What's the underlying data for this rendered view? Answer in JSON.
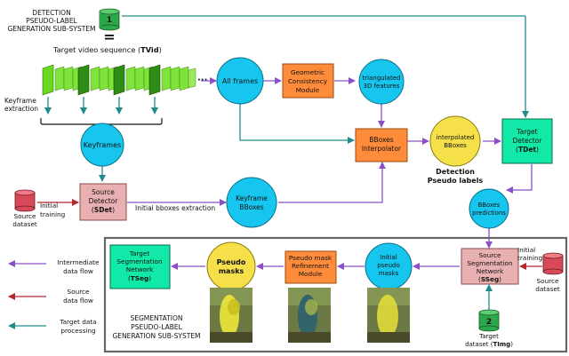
{
  "top_system": {
    "title_lines": [
      "DETECTION",
      "PSEUDO-LABEL",
      "GENERATION SUB-SYSTEM"
    ],
    "badge": "1",
    "equals": "=",
    "video_label": "Target video sequence (",
    "video_label_bold": "TVid",
    "video_label_end": ")",
    "dots": "···",
    "keyframe_extraction": [
      "Keyframe",
      "extraction"
    ]
  },
  "nodes": {
    "all_frames": "All frames",
    "geometric": [
      "Geometric",
      "Consistency",
      "Module"
    ],
    "triangulated": [
      "triangulated",
      "3D features"
    ],
    "keyframes": "Keyframes",
    "bboxes_interp": [
      "BBoxes",
      "Interpolator"
    ],
    "interpolated": [
      "interpolated",
      "BBoxes"
    ],
    "target_detector": [
      "Target",
      "Detector"
    ],
    "target_detector_bold": "TDet",
    "detection_pseudo": [
      "Detection",
      "Pseudo labels"
    ],
    "source_detector": [
      "Source",
      "Detector"
    ],
    "source_detector_bold": "SDet",
    "source_dataset": [
      "Source",
      "dataset"
    ],
    "initial_training": [
      "Initial",
      "training"
    ],
    "initial_bboxes_extraction": "Initial bboxes extraction",
    "keyframe_bboxes": [
      "Keyframe",
      "BBoxes"
    ],
    "bboxes_predictions": [
      "BBoxes",
      "predictions"
    ]
  },
  "bottom_system": {
    "target_seg": [
      "Target",
      "Segmentation",
      "Network"
    ],
    "target_seg_bold": "TSeg",
    "pseudo_masks": [
      "Pseudo",
      "masks"
    ],
    "refinement": [
      "Pseudo mask",
      "Refinement",
      "Module"
    ],
    "initial_pseudo": [
      "Initial",
      "pseudo",
      "masks"
    ],
    "source_seg": [
      "Source",
      "Segmentation",
      "Network"
    ],
    "source_seg_bold": "SSeg",
    "initial_training": [
      "Initial",
      "training"
    ],
    "source_dataset": [
      "Source",
      "dataset"
    ],
    "badge": "2",
    "target_dataset": [
      "Target",
      "dataset ("
    ],
    "target_dataset_bold": "TImg",
    "target_dataset_end": ")",
    "title_lines": [
      "SEGMENTATION",
      "PSEUDO-LABEL",
      "GENERATION SUB-SYSTEM"
    ]
  },
  "legend": {
    "items": [
      {
        "label": [
          "Intermediate",
          "data flow"
        ],
        "color": "#8a4fc8"
      },
      {
        "label": [
          "Source",
          "data flow"
        ],
        "color": "#b3262b"
      },
      {
        "label": [
          "Target data",
          "processing"
        ],
        "color": "#1f8a8a"
      }
    ]
  },
  "colors": {
    "purple": "#8a4fc8",
    "teal": "#1f8a8a",
    "red": "#b3262b",
    "cyan_node": "#16c6ee",
    "orange_node": "#ff8c3a",
    "yellow_node": "#f6e04a",
    "green_node": "#12e8a8",
    "pink_node": "#e8b0b0",
    "frame_green": "#6ad81e"
  }
}
